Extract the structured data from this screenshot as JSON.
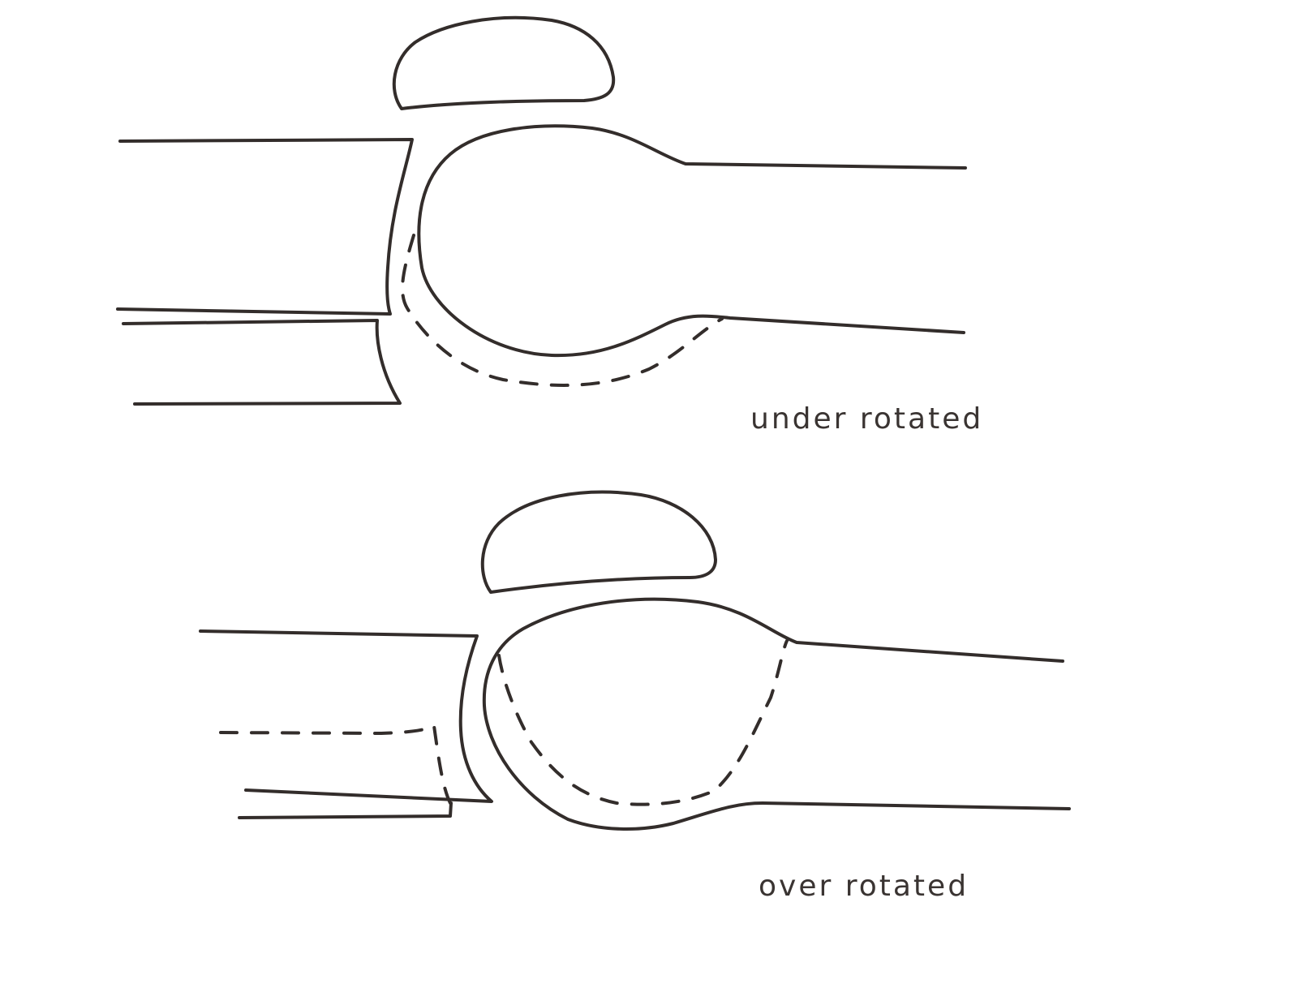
{
  "diagram": {
    "type": "hand-drawn sketch of a joint (bone ends with cap)",
    "stroke_color": "#332d2b",
    "background": "#ffffff",
    "panels": [
      {
        "id": "top",
        "caption": "under rotated"
      },
      {
        "id": "bottom",
        "caption": "over rotated"
      }
    ]
  }
}
